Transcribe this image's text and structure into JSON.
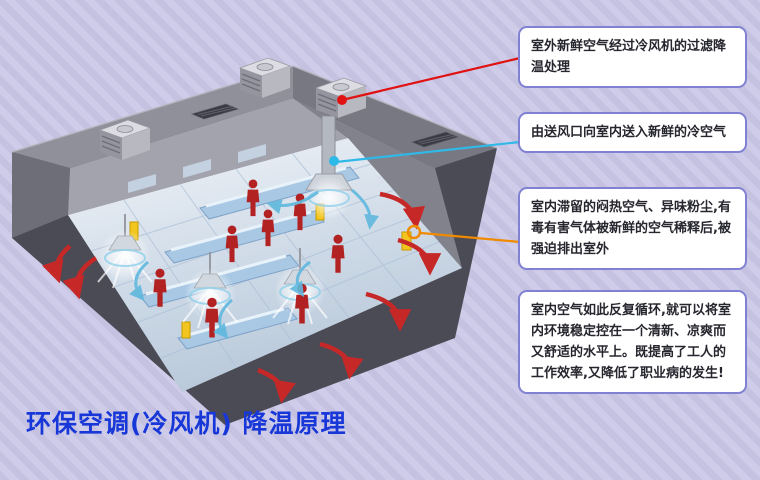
{
  "title": {
    "text": "环保空调(冷风机) 降温原理",
    "color": "#1837d8"
  },
  "callouts": [
    {
      "text": "室外新鲜空气经过冷风机的过滤降温处理",
      "line_color": "#e01212"
    },
    {
      "text": "由送风口向室内送入新鲜的冷空气",
      "line_color": "#2fb9e8"
    },
    {
      "text": "室内滞留的闷热空气、异味粉尘,有毒有害气体被新鲜的空气稀释后,被强迫排出室外",
      "line_color": "#f08a00"
    },
    {
      "text": "室内空气如此反复循环,就可以将室内环境稳定控在一个清新、凉爽而又舒适的水平上。既提高了工人的工作效率,又降低了职业病的发生!",
      "line_color": null
    }
  ],
  "background": {
    "stripe_a": "#c5c2e1",
    "stripe_b": "#cfccea"
  },
  "illustration": {
    "description": "isometric cutaway factory building showing evaporative cooling airflow",
    "colors": {
      "building_wall": "#4b4b55",
      "roof_band": "#90909a",
      "floor": "#dfe8f1",
      "cooling_unit": "#dcdce2",
      "people": "#b22222",
      "exhaust_arrow": "#c62828",
      "supply_air_arrow": "#5fb8de",
      "equipment_yellow": "#f2c61e"
    }
  }
}
